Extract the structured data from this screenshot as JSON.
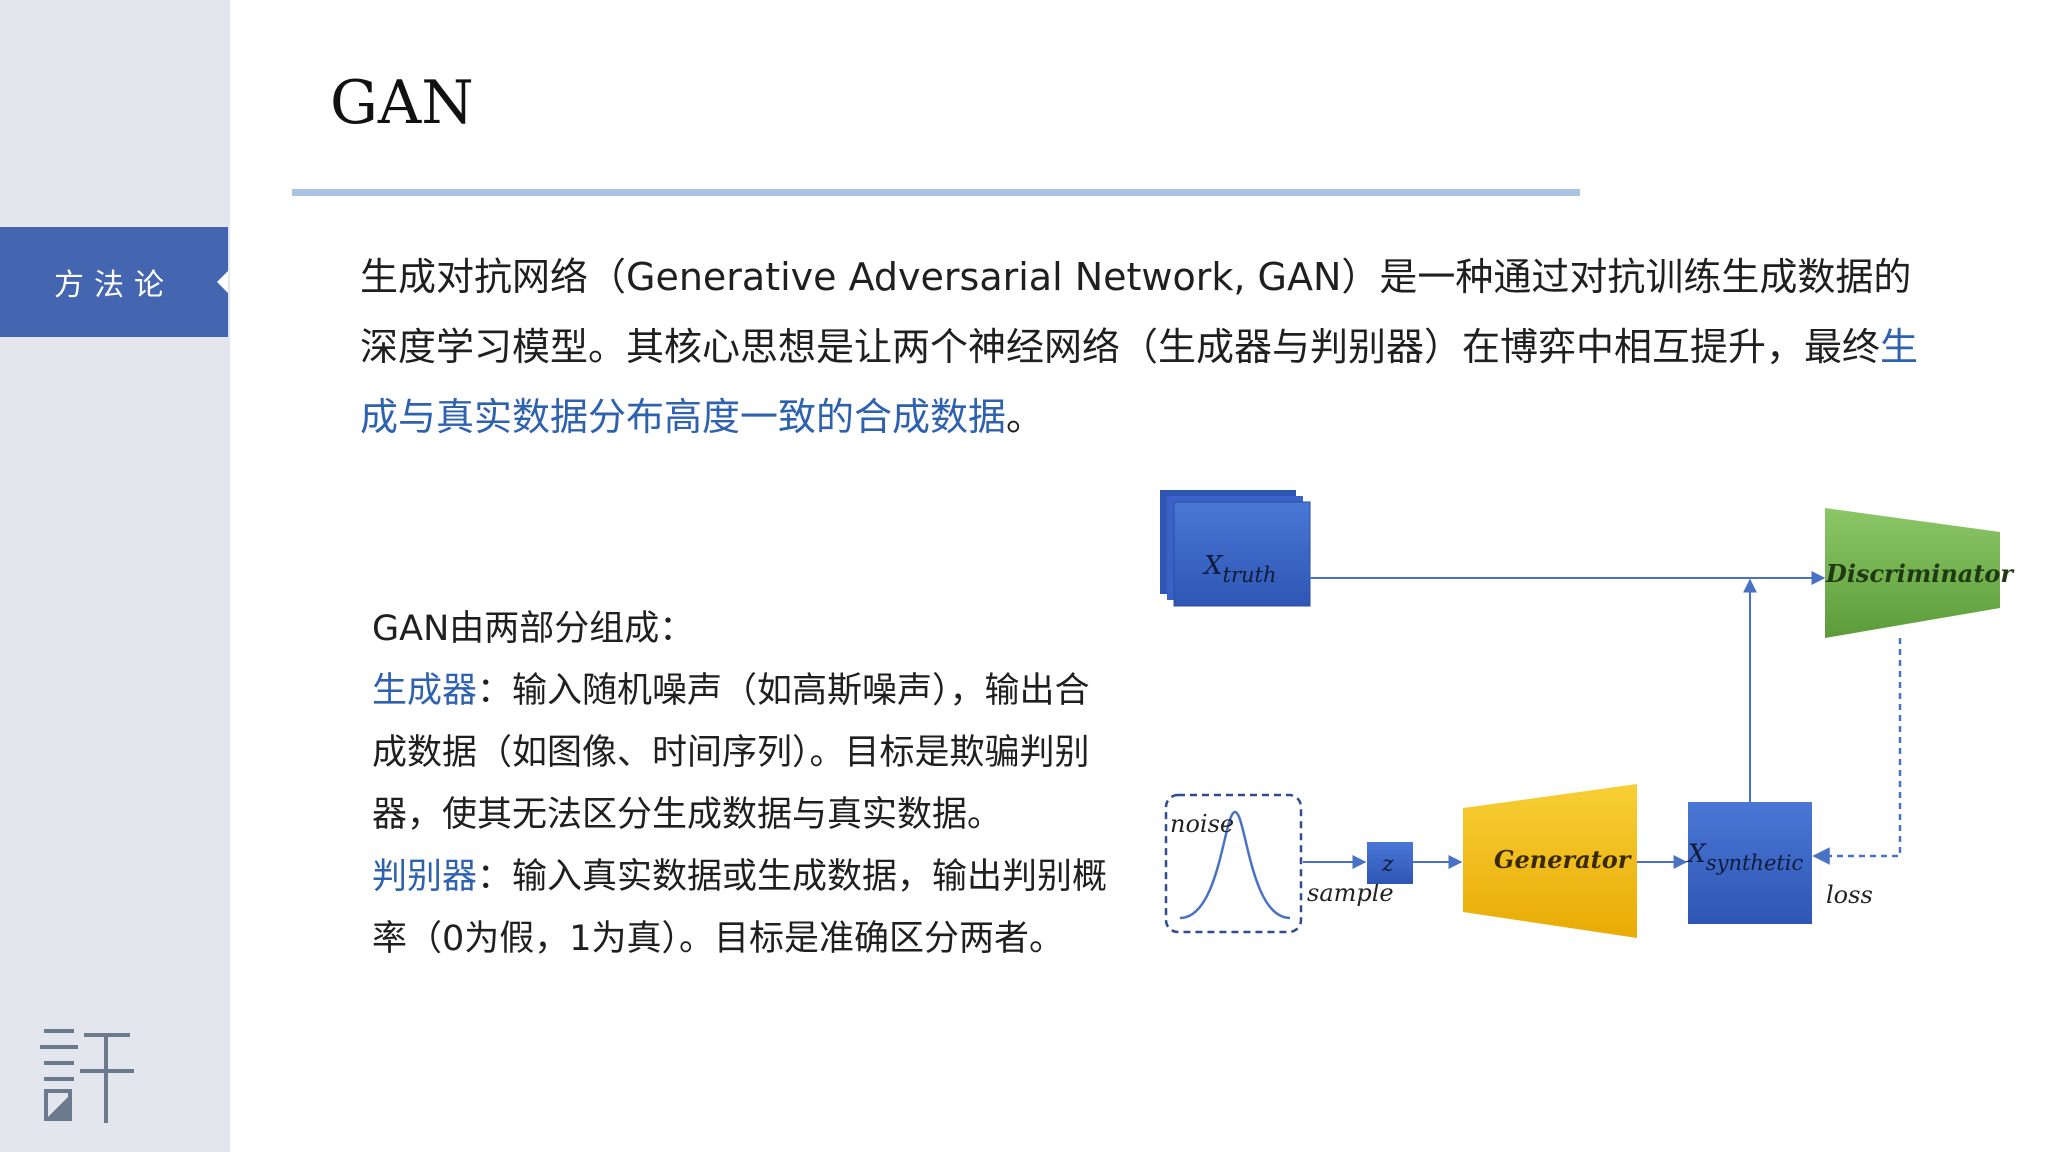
{
  "sidebar": {
    "section_label": "方法论",
    "logo_name": "xu-logo"
  },
  "slide": {
    "title": "GAN",
    "intro": {
      "part1": "生成对抗网络（Generative Adversarial Network, GAN）是一种通过对抗训练生成数据的深度学习模型。其核心思想是让两个神经网络（生成器与判别器）在博弈中相互提升，最终",
      "highlight": "生成与真实数据分布高度一致的合成数据",
      "end": "。"
    },
    "components": {
      "heading": "GAN由两部分组成：",
      "generator_term": "生成器",
      "generator_desc": "：输入随机噪声（如高斯噪声），输出合成数据（如图像、时间序列）。目标是欺骗判别器，使其无法区分生成数据与真实数据。",
      "discriminator_term": "判别器",
      "discriminator_desc": "：输入真实数据或生成数据，输出判别概率（0为假，1为真）。目标是准确区分两者。"
    }
  },
  "diagram": {
    "x_truth_main": "X",
    "x_truth_sub": "truth",
    "discriminator": "Discriminator",
    "noise": "noise",
    "z": "z",
    "sample": "sample",
    "generator": "Generator",
    "x_synth_main": "X",
    "x_synth_sub": "synthetic",
    "loss": "loss"
  },
  "colors": {
    "sidebar_bg": "#e3e6ed",
    "section_tab": "#4466b0",
    "title_rule": "#a9c4e4",
    "highlight_text": "#2f62ae",
    "box_blue": "#3a62c6",
    "discriminator_green": "#6aac44",
    "generator_yellow": "#f2bc10",
    "arrow_blue": "#4a72c4"
  }
}
